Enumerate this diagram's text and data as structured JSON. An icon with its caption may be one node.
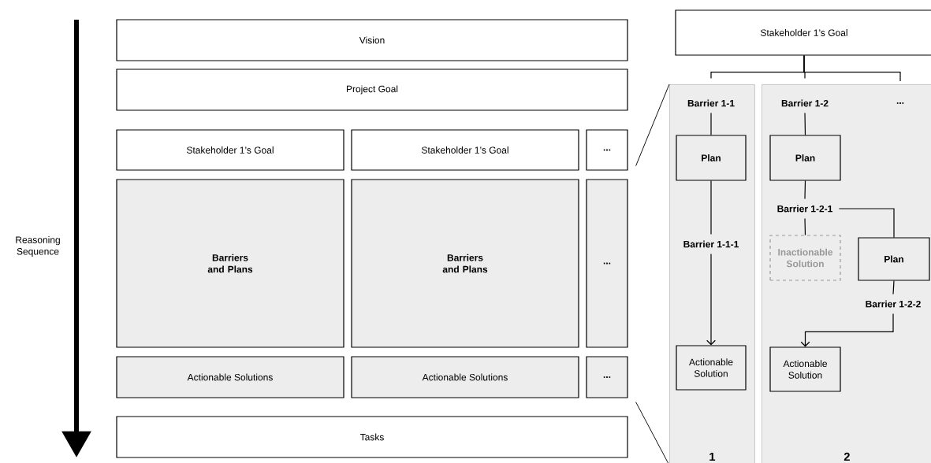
{
  "diagram": {
    "nodes": [
      {
        "text": [
          "Vision"
        ]
      },
      {
        "text": [
          "Project Goal"
        ]
      },
      {
        "text": [
          "Stakeholder 1’s Goal"
        ]
      },
      {
        "text": [
          "Stakeholder 1’s Goal"
        ]
      },
      {
        "text": [
          "..."
        ]
      },
      {
        "text": [
          "Barriers and Plans"
        ]
      },
      {
        "text": [
          "Barriers and Plans"
        ]
      },
      {
        "text": [
          "..."
        ]
      },
      {
        "text": [
          "Actionable Solutions"
        ]
      },
      {
        "text": [
          "Actionable Solutions"
        ]
      },
      {
        "text": [
          "..."
        ]
      },
      {
        "text": [
          "Tasks"
        ]
      },
      {
        "text": [
          "Stakeholder 1’s Goal"
        ]
      },
      {
        "text": [
          "1"
        ]
      },
      {
        "text": [
          "2"
        ]
      },
      {
        "text": [
          "Barrier 1-1"
        ],
        "in": 13
      },
      {
        "text": [
          "Plan"
        ],
        "in": 13
      },
      {
        "text": [
          "Barrier 1-1-1"
        ],
        "in": 13
      },
      {
        "text": [
          "Actionable Solution"
        ],
        "in": 13
      },
      {
        "text": [
          "Barrier 1-2"
        ],
        "in": 14
      },
      {
        "text": [
          "..."
        ],
        "in": 14
      },
      {
        "text": [
          "Plan"
        ],
        "in": 14
      },
      {
        "text": [
          "Barrier 1-2-1"
        ],
        "in": 14
      },
      {
        "text": [
          "Inactionable Solution"
        ],
        "in": 14
      },
      {
        "text": [
          "Plan"
        ],
        "in": 14
      },
      {
        "text": [
          "Barrier 1-2-2"
        ],
        "in": 14
      },
      {
        "text": [
          "Actionable Solution"
        ],
        "in": 14
      }
    ],
    "edges": [
      {
        "from": 12,
        "to": 15,
        "arrow": "none"
      },
      {
        "from": 12,
        "to": 19,
        "arrow": "none"
      },
      {
        "from": 12,
        "to": 20,
        "arrow": "none"
      },
      {
        "from": 15,
        "to": 16,
        "arrow": "none"
      },
      {
        "from": 16,
        "to": 17,
        "arrow": "none"
      },
      {
        "from": 17,
        "to": 18,
        "arrow": "to"
      },
      {
        "from": 19,
        "to": 21,
        "arrow": "none"
      },
      {
        "from": 21,
        "to": 22,
        "arrow": "none"
      },
      {
        "from": 22,
        "to": 23,
        "arrow": "none"
      },
      {
        "from": 22,
        "to": 24,
        "arrow": "none"
      },
      {
        "from": 24,
        "to": 25,
        "arrow": "none"
      },
      {
        "from": 25,
        "to": 26,
        "arrow": "to"
      },
      {
        "from": 4,
        "to": 13,
        "arrow": "none"
      },
      {
        "from": 10,
        "to": 13,
        "arrow": "none"
      }
    ],
    "labels": [
      "Reasoning Sequence"
    ]
  }
}
